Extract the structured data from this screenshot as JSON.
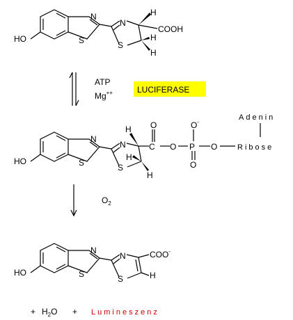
{
  "molecule1": {
    "ho": "HO",
    "n": "N",
    "s_benz": "S",
    "n_thz": "N",
    "s_thz": "S",
    "h_top": "H",
    "cooh": "COOH",
    "h_mid": "H",
    "h_bottom": "H"
  },
  "reaction1": {
    "atp": "ATP",
    "mg": "Mg",
    "mg_charge": "++",
    "enzyme": "LUCIFERASE",
    "enzyme_bg": "#ffff00"
  },
  "molecule2": {
    "ho": "HO",
    "n": "N",
    "s_benz": "S",
    "n_thz": "N",
    "s_thz": "S",
    "h_top": "H",
    "h_mid": "H",
    "h_bottom": "H",
    "c": "C",
    "o1": "O",
    "p": "P",
    "o2": "O",
    "o_top": "O",
    "o_top_charge": "-",
    "o_bottom": "O",
    "adenin": "Adenin",
    "ribose": "Ribose"
  },
  "reaction2": {
    "reagent": "O",
    "reagent_sub": "2"
  },
  "molecule3": {
    "ho": "HO",
    "n": "N",
    "s_benz": "S",
    "n_thz": "N",
    "s_thz": "S",
    "coo": "COO",
    "coo_charge": "-",
    "h": "H"
  },
  "products": {
    "plus1": "+",
    "h2o": "H",
    "h2o_sub": "2",
    "h2o_o": "O",
    "plus2": "+",
    "lumineszenz": "Lumineszenz",
    "lumineszenz_color": "#cc0000"
  }
}
